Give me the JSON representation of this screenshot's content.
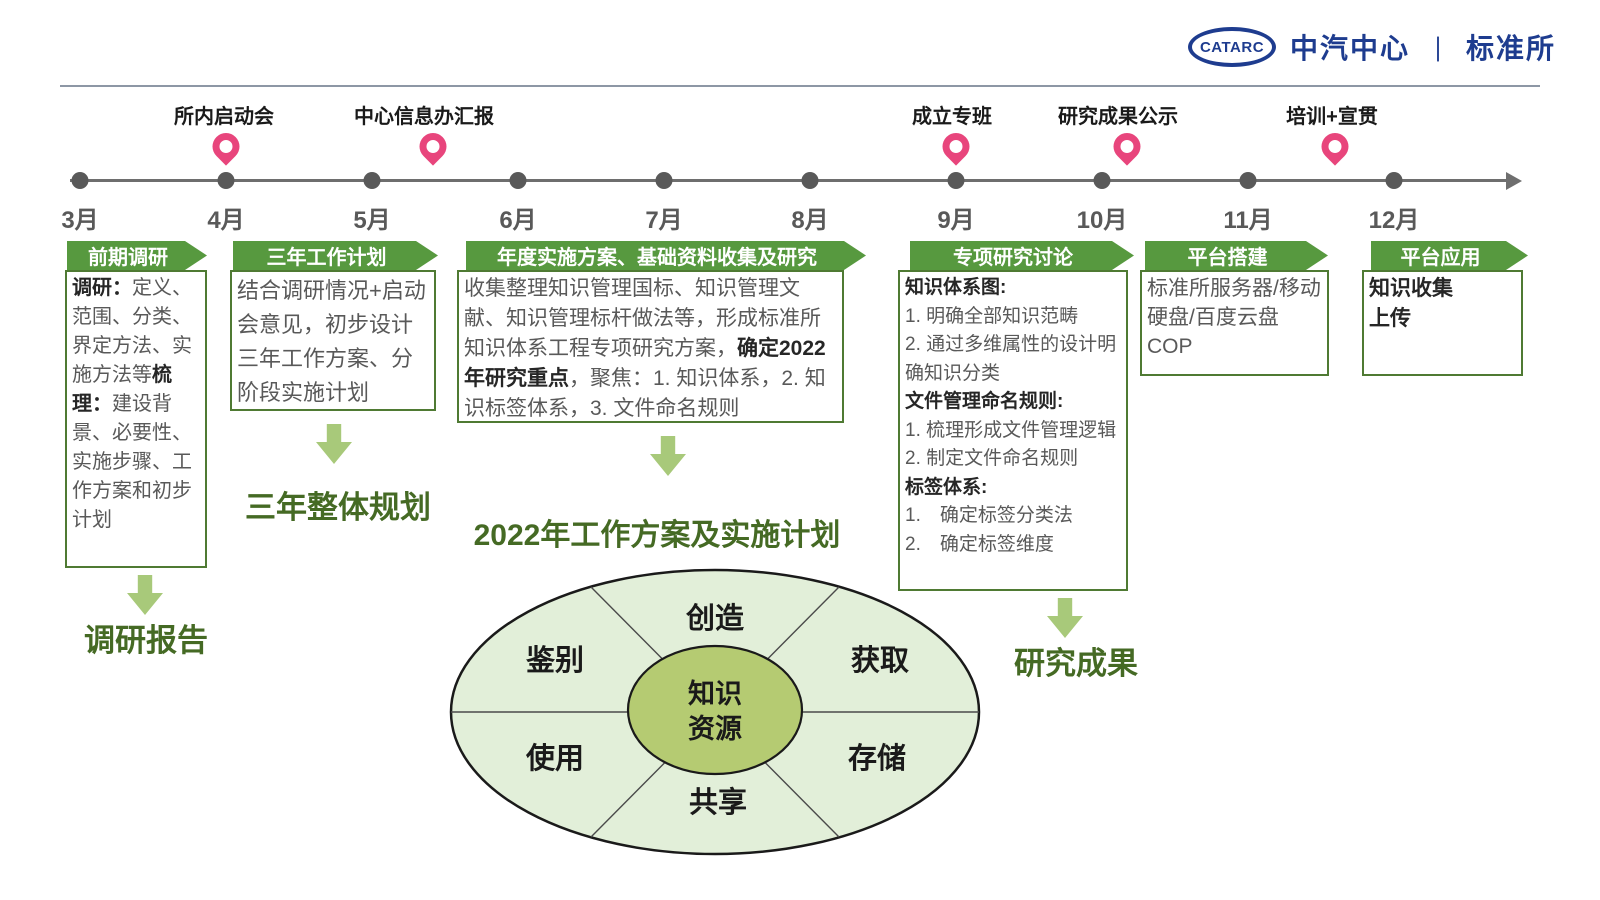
{
  "header": {
    "logo_text": "CATARC",
    "org": "中汽中心",
    "divider": "｜",
    "dept": "标准所"
  },
  "colors": {
    "brand_blue": "#1E3C8F",
    "banner_green": "#57993F",
    "box_border_green": "#4F7A33",
    "light_arrow_green": "#A8C97A",
    "output_green": "#456A24",
    "pin_pink": "#E8457C",
    "timeline_gray": "#595959",
    "ellipse_fill": "#E2EFD9",
    "center_ellipse_fill": "#B5CB72"
  },
  "timeline": {
    "months": [
      "3月",
      "4月",
      "5月",
      "6月",
      "7月",
      "8月",
      "9月",
      "10月",
      "11月",
      "12月"
    ],
    "milestones": [
      {
        "label": "所内启动会"
      },
      {
        "label": "中心信息办汇报"
      },
      {
        "label": "成立专班"
      },
      {
        "label": "研究成果公示"
      },
      {
        "label": "培训+宣贯"
      }
    ]
  },
  "phases": [
    {
      "title": "前期调研",
      "runs": [
        {
          "t": "调研："
        },
        {
          "t": "定义、范围、分类、界定方法、实施方法等"
        },
        {
          "t": "梳理："
        },
        {
          "t": "建设背景、必要性、实施步骤、工作方案和初步计划"
        }
      ],
      "output": "调研报告"
    },
    {
      "title": "三年工作计划",
      "body": "结合调研情况+启动会意见，初步设计三年工作方案、分阶段实施计划",
      "output": "三年整体规划"
    },
    {
      "title": "年度实施方案、基础资料收集及研究",
      "runs": [
        {
          "t": "收集整理知识管理国标、知识管理文献、知识管理标杆做法等，形成标准所知识体系工程专项研究方案，"
        },
        {
          "t": "确定2022年研究重点"
        },
        {
          "t": "，聚焦：1. 知识体系，2. 知识标签体系，3. 文件命名规则"
        }
      ],
      "output": "2022年工作方案及实施计划"
    },
    {
      "title": "专项研究讨论",
      "lines": [
        {
          "t": "知识体系图:"
        },
        {
          "t": "1. 明确全部知识范畴"
        },
        {
          "t": "2. 通过多维属性的设计明确知识分类"
        },
        {
          "t": "文件管理命名规则:"
        },
        {
          "t": "1. 梳理形成文件管理逻辑"
        },
        {
          "t": "2. 制定文件命名规则"
        },
        {
          "t": "标签体系:"
        },
        {
          "t": "1.　确定标签分类法"
        },
        {
          "t": "2.　确定标签维度"
        }
      ],
      "output": "研究成果"
    },
    {
      "title": "平台搭建",
      "body": "标准所服务器/移动硬盘/百度云盘COP"
    },
    {
      "title": "平台应用",
      "lines": [
        "知识收集",
        "上传"
      ]
    }
  ],
  "knowledge_cycle": {
    "center_lines": [
      "知识",
      "资源"
    ],
    "segments": [
      "创造",
      "获取",
      "存储",
      "共享",
      "使用",
      "鉴别"
    ]
  }
}
